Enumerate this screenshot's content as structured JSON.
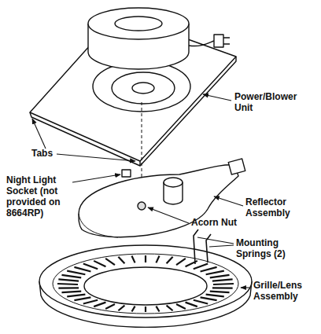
{
  "diagram": {
    "labels": [
      "Tabs",
      "Power/Blower Unit",
      "Night Light Socket (not provided on 8664RP)",
      "Reflector Assembly",
      "Acorn Nut",
      "Mounting Springs (2)",
      "Grille/Lens Assembly"
    ]
  }
}
